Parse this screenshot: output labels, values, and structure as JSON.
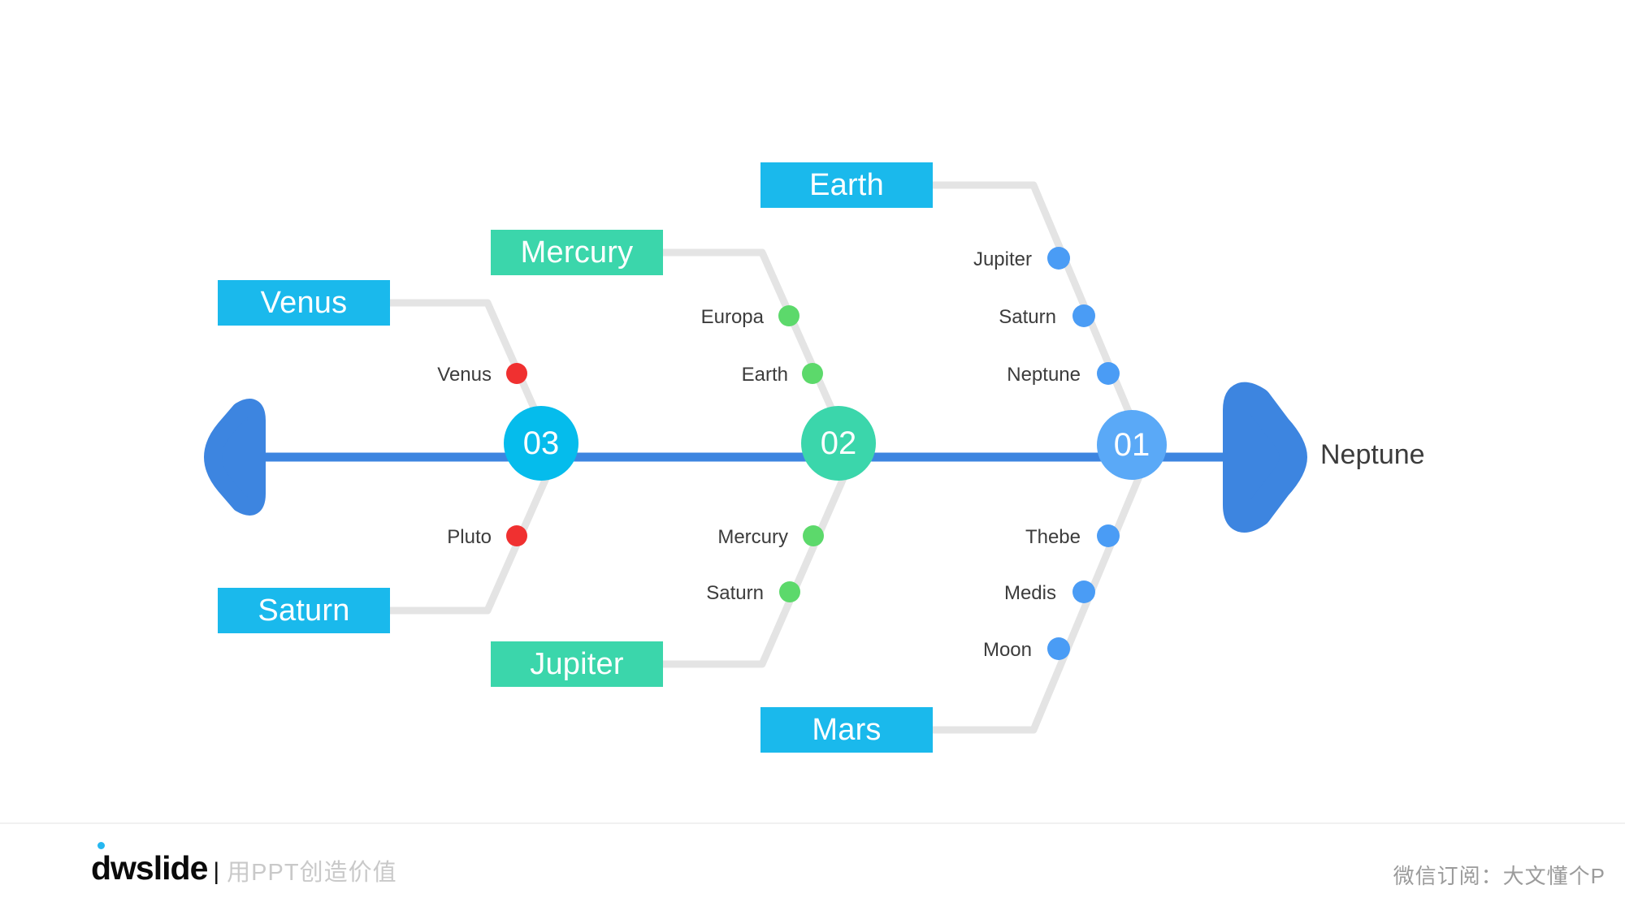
{
  "slide": {
    "background": "#ffffff",
    "spine": {
      "color": "#3d85e0",
      "left_arrow_name": "left-arrow",
      "right_arrow_name": "right-arrow",
      "end_label": "Neptune"
    },
    "nodes": [
      {
        "number": "01",
        "color": "#5aa9f7",
        "dot_color": "#4a9cf5",
        "top_category": "Earth",
        "top_category_color": "#1ab9ec",
        "bottom_category": "Mars",
        "bottom_category_color": "#1ab9ec",
        "top_items": [
          "Jupiter",
          "Saturn",
          "Neptune"
        ],
        "bottom_items": [
          "Thebe",
          "Medis",
          "Moon"
        ]
      },
      {
        "number": "02",
        "color": "#3bd6ab",
        "dot_color": "#5cd96b",
        "top_category": "Mercury",
        "top_category_color": "#3bd6ab",
        "bottom_category": "Jupiter",
        "bottom_category_color": "#3bd6ab",
        "top_items": [
          "Europa",
          "Earth"
        ],
        "bottom_items": [
          "Mercury",
          "Saturn"
        ]
      },
      {
        "number": "03",
        "color": "#05bcec",
        "dot_color": "#f03030",
        "top_category": "Venus",
        "top_category_color": "#1ab9ec",
        "bottom_category": "Saturn",
        "bottom_category_color": "#1ab9ec",
        "top_items": [
          "Venus"
        ],
        "bottom_items": [
          "Pluto"
        ]
      }
    ]
  },
  "footer": {
    "logo_text": "dwslide",
    "divider": "|",
    "tagline": "用PPT创造价值",
    "right_text": "微信订阅：大文懂个P"
  }
}
